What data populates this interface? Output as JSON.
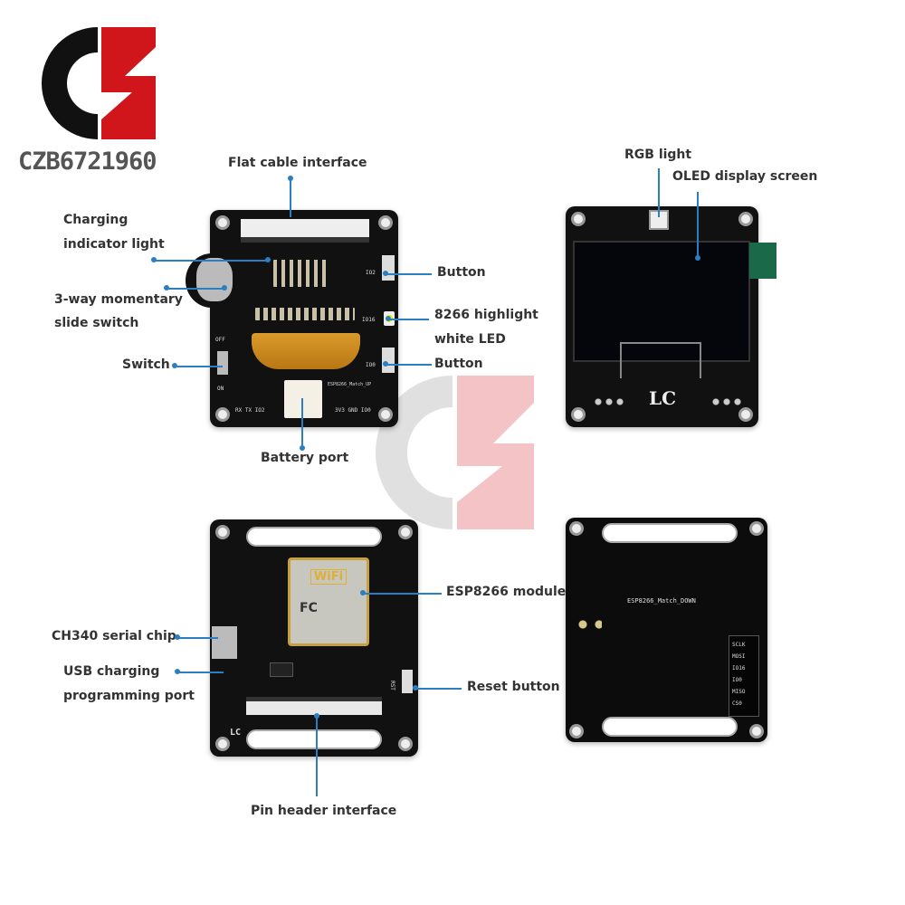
{
  "brand": {
    "logo_text": "CZB6721960",
    "colors": {
      "red": "#d0161b",
      "black": "#111111"
    }
  },
  "top_left": {
    "labels": {
      "flat_cable": "Flat cable interface",
      "charging_1": "Charging",
      "charging_2": "indicator light",
      "slide_1": "3-way momentary",
      "slide_2": "slide switch",
      "switch": "Switch",
      "button_a": "Button",
      "led_1": "8266 highlight",
      "led_2": "white LED",
      "button_b": "Button",
      "battery": "Battery port"
    },
    "silk": {
      "off": "OFF",
      "on": "ON",
      "p2": "RX TX IO2",
      "p1": "3V3 GND IO0",
      "name": "ESP8266_Match_UP",
      "io2": "IO2",
      "io16": "IO16",
      "io0": "IO0"
    }
  },
  "top_right": {
    "labels": {
      "rgb": "RGB light",
      "oled": "OLED display screen"
    },
    "silk": {
      "logo": "LC"
    }
  },
  "bottom_left": {
    "labels": {
      "esp": "ESP8266 module",
      "ch340": "CH340 serial chip",
      "usb_1": "USB charging",
      "usb_2": "programming port",
      "reset": "Reset button",
      "pin_header": "Pin header interface"
    },
    "silk": {
      "wifi": "WiFi",
      "fc": "FC",
      "rst": "RST",
      "lc": "LC"
    }
  },
  "bottom_right": {
    "silk": {
      "name": "ESP8266_Match_DOWN",
      "pins": [
        "SCLK",
        "MOSI",
        "IO16",
        "IO0",
        "MISO",
        "CS0"
      ]
    }
  }
}
